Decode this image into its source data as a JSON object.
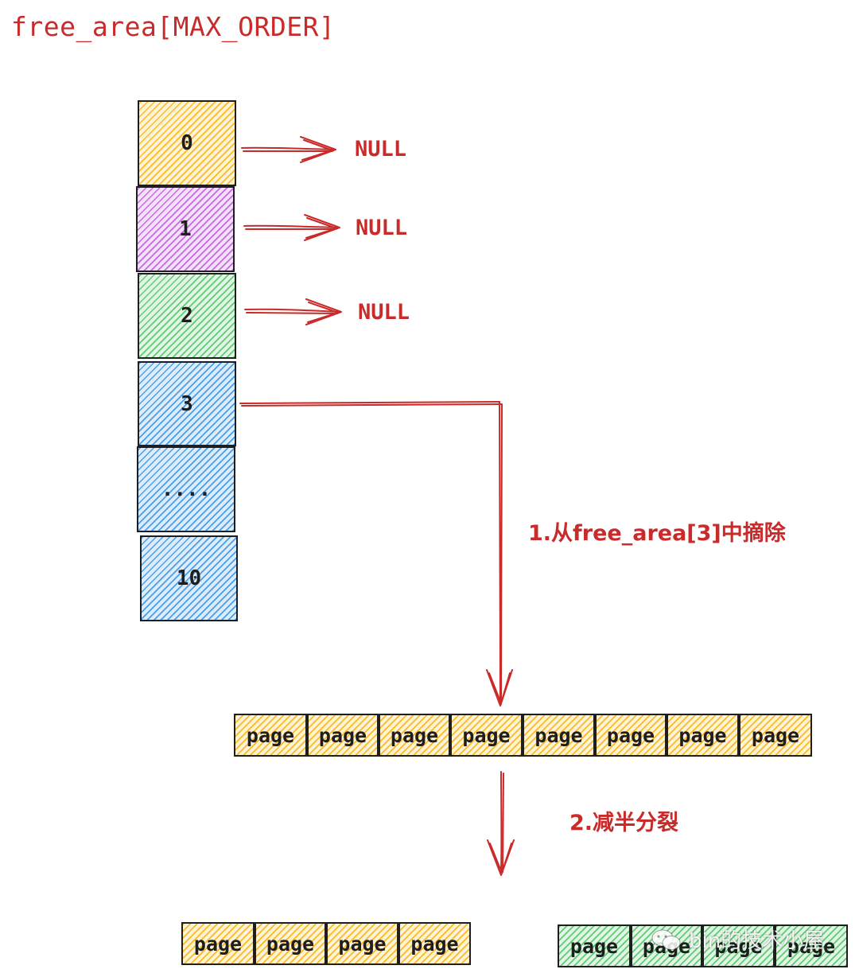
{
  "title": "free_area[MAX_ORDER]",
  "orders": [
    {
      "label": "0",
      "color": "yellow",
      "target": "NULL"
    },
    {
      "label": "1",
      "color": "purple",
      "target": "NULL"
    },
    {
      "label": "2",
      "color": "green",
      "target": "NULL"
    },
    {
      "label": "3",
      "color": "blue"
    },
    {
      "label": "....",
      "color": "blue"
    },
    {
      "label": "10",
      "color": "blue"
    }
  ],
  "steps": {
    "step1": "1.从free_area[3]中摘除",
    "step2": "2.减半分裂"
  },
  "page_label": "page",
  "block_8_pages": [
    "page",
    "page",
    "page",
    "page",
    "page",
    "page",
    "page",
    "page"
  ],
  "half_left": [
    "page",
    "page",
    "page",
    "page"
  ],
  "half_right": [
    "page",
    "page",
    "page",
    "page"
  ],
  "watermark": "bin的技术小屋",
  "colors": {
    "accent": "#c92a2a",
    "yellow": "#fab005",
    "purple": "#be4bdb",
    "green": "#40c057",
    "blue": "#228be6",
    "stroke": "#1e1e1e"
  }
}
